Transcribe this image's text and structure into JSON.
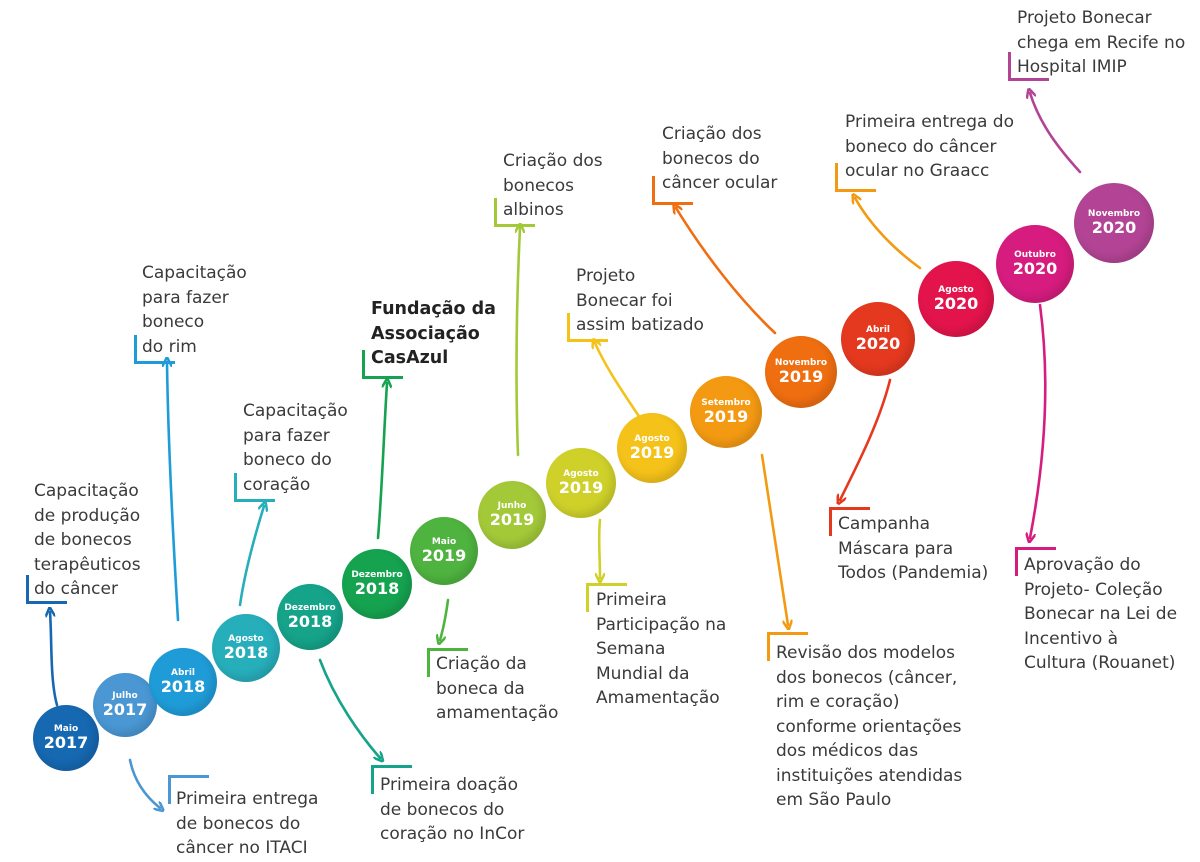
{
  "colors": {
    "c1": "#1668b1",
    "c2": "#4a97d3",
    "c3": "#1f9cd8",
    "c4": "#27aebb",
    "c5": "#15a389",
    "c6": "#15a350",
    "c7": "#4fb33f",
    "c8": "#a3c939",
    "c9": "#cfd12a",
    "c10": "#f5c21a",
    "c11": "#f49a12",
    "c12": "#ef6e10",
    "c13": "#e5391f",
    "c14": "#e2144b",
    "c15": "#d61c7e",
    "c16": "#b34495"
  },
  "milestones": [
    {
      "month": "Maio",
      "year": "2017"
    },
    {
      "month": "Julho",
      "year": "2017"
    },
    {
      "month": "Abril",
      "year": "2018"
    },
    {
      "month": "Agosto",
      "year": "2018"
    },
    {
      "month": "Dezembro",
      "year": "2018"
    },
    {
      "month": "Dezembro",
      "year": "2018"
    },
    {
      "month": "Maio",
      "year": "2019"
    },
    {
      "month": "Junho",
      "year": "2019"
    },
    {
      "month": "Agosto",
      "year": "2019"
    },
    {
      "month": "Agosto",
      "year": "2019"
    },
    {
      "month": "Setembro",
      "year": "2019"
    },
    {
      "month": "Novembro",
      "year": "2019"
    },
    {
      "month": "Abril",
      "year": "2020"
    },
    {
      "month": "Agosto",
      "year": "2020"
    },
    {
      "month": "Outubro",
      "year": "2020"
    },
    {
      "month": "Novembro",
      "year": "2020"
    }
  ],
  "events": [
    {
      "text": "Capacitação\nde produção\nde bonecos\nterapêuticos\ndo câncer"
    },
    {
      "text": "Primeira entrega\nde bonecos do\ncâncer no ITACI"
    },
    {
      "text": "Capacitação\npara fazer\nboneco\ndo rim"
    },
    {
      "text": "Capacitação\npara fazer\nboneco do\ncoração"
    },
    {
      "text": "Primeira doação\nde bonecos do\ncoração no InCor"
    },
    {
      "text": "Fundação da\nAssociação\nCasAzul"
    },
    {
      "text": "Criação da\nboneca da\namamentação"
    },
    {
      "text": "Criação dos\nbonecos\nalbinos"
    },
    {
      "text": "Primeira\nParticipação na\nSemana\nMundial da\nAmamentação"
    },
    {
      "text": "Projeto\nBonecar foi\nassim batizado"
    },
    {
      "text": "Revisão dos modelos\ndos bonecos (câncer,\nrim e coração)\nconforme orientações\ndos médicos das\ninstituições atendidas\nem São Paulo"
    },
    {
      "text": "Criação dos\nbonecos do\ncâncer ocular"
    },
    {
      "text": "Campanha\nMáscara para\nTodos (Pandemia)"
    },
    {
      "text": "Primeira entrega do\nboneco do câncer\nocular no Graacc"
    },
    {
      "text": "Aprovação do\nProjeto- Coleção\nBonecar na Lei de\nIncentivo à\nCultura (Rouanet)"
    },
    {
      "text": "Projeto Bonecar\nchega em Recife no\nHospital IMIP"
    }
  ]
}
